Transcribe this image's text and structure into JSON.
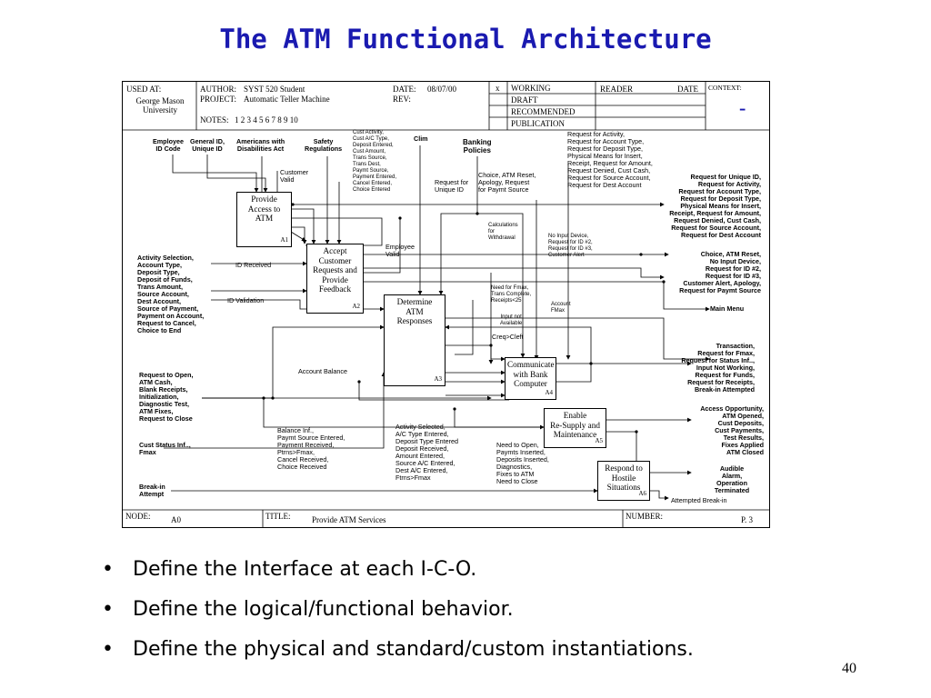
{
  "slide": {
    "title": "The ATM Functional Architecture",
    "bullets": [
      "Define the Interface at each I-C-O.",
      "Define the logical/functional behavior.",
      "Define the physical and standard/custom instantiations."
    ],
    "page_number": "40"
  },
  "header": {
    "used_at_label": "USED AT:",
    "used_at_value": "George Mason\nUniversity",
    "author_label": "AUTHOR:",
    "author_value": "SYST 520 Student",
    "project_label": "PROJECT:",
    "project_value": "Automatic Teller Machine",
    "date_label": "DATE:",
    "date_value": "08/07/00",
    "rev_label": "REV:",
    "notes_label": "NOTES:",
    "notes_value": "1  2  3  4  5  6  7  8  9  10",
    "x_mark": "x",
    "status": [
      "WORKING",
      "DRAFT",
      "RECOMMENDED",
      "PUBLICATION"
    ],
    "reader_label": "READER",
    "reader_date_label": "DATE",
    "context_label": "CONTEXT:",
    "context_mark": "-"
  },
  "footer": {
    "node_label": "NODE:",
    "node_value": "A0",
    "title_label": "TITLE:",
    "title_value": "Provide ATM Services",
    "number_label": "NUMBER:",
    "number_value": "P.  3"
  },
  "boxes": [
    {
      "id": "A1",
      "name": "Provide\nAccess to\nATM"
    },
    {
      "id": "A2",
      "name": "Accept\nCustomer\nRequests and\nProvide\nFeedback"
    },
    {
      "id": "A3",
      "name": "Determine\nATM\nResponses"
    },
    {
      "id": "A4",
      "name": "Communicate\nwith Bank\nComputer"
    },
    {
      "id": "A5",
      "name": "Enable\nRe-Supply and\nMaintenance"
    },
    {
      "id": "A6",
      "name": "Respond to\nHostile\nSituations"
    }
  ],
  "controls": {
    "employee_id_code": "Employee\nID Code",
    "general_id": "General ID,\nUnique ID",
    "americans": "Americans with\nDisabilities Act",
    "safety": "Safety\nRegulations",
    "clim": "Clim",
    "banking": "Banking\nPolicies"
  },
  "labels": {
    "cust_activity": "Cust Activity,\nCust A/C Type,\nDeposit Entered,\nCust Amount,\nTrans Source,\nTrans Dest,\nPaymt Source,\nPayment Entered,\nCancel Entered,\nChoice Entered",
    "customer_valid": "Customer\nValid",
    "request_unique_id": "Request for\nUnique ID",
    "choice_atm_reset": "Choice, ATM Reset,\nApology, Request\nfor Paymt Source",
    "request_for_activity": "Request for Activity,\nRequest for Account Type,\nRequest for Deposit Type,\nPhysical Means for Insert,\nReceipt, Request for Amount,\nRequest Denied, Cust Cash,\nRequest for Source Account,\nRequest for Dest Account",
    "calculations": "Calculations\nfor\nWithdrawal",
    "no_input_device": "No Input Device,\nRequest for ID #2,\nRequest for ID #3,\nCustomer Alert",
    "employee_valid": "Employee\nValid",
    "id_received": "ID Received",
    "id_validation": "ID Validation",
    "need_for_fmax": "Need for Fmax,\nTrans Complete,\nReceipts<25",
    "account_fmax": "Account\nFMax",
    "input_not_available": "Input not\nAvailable",
    "creq_cleft": "Creq>Cleft",
    "account_balance": "Account Balance",
    "balance_inf": "Balance Inf.,\nPaymt Source Entered,\nPayment Received,\nPtrns>Fmax,\nCancel Received,\nChoice Received",
    "activity_selected": "Activity Selected,\nA/C Type Entered,\nDeposit Type Entered\nDeposit Received,\nAmount Entered,\nSource A/C Entered,\nDest A/C Entered,\nFtrns>Fmax",
    "need_to_open": "Need to Open,\nPaymts Inserted,\nDeposits Inserted,\nDiagnostics,\nFixes to ATM\nNeed to Close",
    "attempted_break_in": "Attempted Break-in"
  },
  "inputs": {
    "activity_selection": "Activity Selection,\nAccount Type,\nDeposit Type,\nDeposit of Funds,\nTrans Amount,\nSource Account,\nDest Account,\nSource of Payment,\nPayment on Account,\nRequest to Cancel,\nChoice to End",
    "request_to_open": "Request to Open,\nATM Cash,\nBlank Receipts,\nInitialization,\nDiagnostic Test,\nATM Fixes,\nRequest to Close",
    "cust_status": "Cust Status Inf..,\nFmax",
    "break_in": "Break-in\nAttempt"
  },
  "outputs": {
    "request_unique_id": "Request for Unique ID,\nRequest for Activity,\nRequest for Account Type,\nRequest for Deposit Type,\nPhysical Means for Insert,\nReceipt, Request for Amount,\nRequest Denied, Cust Cash,\nRequest for Source Account,\nRequest for Dest Account",
    "choice_atm_reset": "Choice, ATM Reset,\nNo Input Device,\nRequest for ID #2,\nRequest for ID #3,\nCustomer Alert, Apology,\nRequest for Paymt Source",
    "main_menu": "Main Menu",
    "transaction": "Transaction,\nRequest for Fmax,\nRequest for Status Inf..,\nInput Not Working,\nRequest for Funds,\nRequest for Receipts,\nBreak-in Attempted",
    "access_opportunity": "Access Opportunity,\nATM Opened,\nCust Deposits,\nCust Payments,\nTest Results,\nFixes Applied\nATM Closed",
    "audible_alarm": "Audible\nAlarm,\nOperation\nTerminated"
  }
}
